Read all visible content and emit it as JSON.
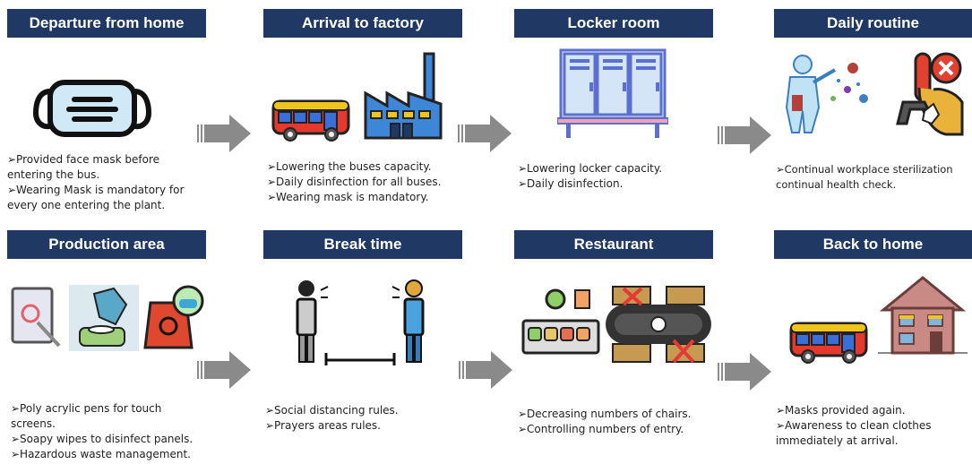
{
  "colors": {
    "header_bg": "#1f3864",
    "header_text": "#ffffff",
    "arrow": "#8a8a8a"
  },
  "steps": [
    {
      "title": "Departure from home",
      "icons": [
        "face-mask-icon"
      ],
      "lines": [
        "➢Provided face mask before",
        " entering the bus.",
        "➢Wearing Mask is mandatory for",
        "every one entering the plant."
      ]
    },
    {
      "title": "Arrival to factory",
      "icons": [
        "bus-icon",
        "factory-icon"
      ],
      "lines": [
        "➢Lowering the buses  capacity.",
        "➢Daily disinfection for all buses.",
        "➢Wearing mask is mandatory."
      ]
    },
    {
      "title": "Locker room",
      "icons": [
        "locker-icon"
      ],
      "lines": [
        "➢Lowering locker capacity.",
        "➢Daily disinfection."
      ]
    },
    {
      "title": "Daily routine",
      "icons": [
        "sterilization-worker-icon",
        "thermometer-gun-icon"
      ],
      "lines": [
        "➢Continual workplace sterilization",
        "continual health check."
      ]
    },
    {
      "title": "Production area",
      "icons": [
        "tablet-pen-icon",
        "wipes-icon",
        "hazard-bag-icon"
      ],
      "lines": [
        "➢Poly acrylic pens for touch",
        "screens.",
        "➢Soapy wipes to disinfect panels.",
        "➢Hazardous waste management."
      ]
    },
    {
      "title": "Break time",
      "icons": [
        "social-distance-icon"
      ],
      "lines": [
        "➢Social distancing rules.",
        "➢Prayers areas rules."
      ]
    },
    {
      "title": "Restaurant",
      "icons": [
        "buffet-icon",
        "table-chairs-icon"
      ],
      "lines": [
        "➢Decreasing numbers of chairs.",
        "➢Controlling numbers of entry."
      ]
    },
    {
      "title": "Back to home",
      "icons": [
        "bus-icon",
        "house-icon"
      ],
      "lines": [
        "➢Masks provided again.",
        "➢Awareness to clean clothes",
        "immediately at arrival."
      ]
    }
  ]
}
